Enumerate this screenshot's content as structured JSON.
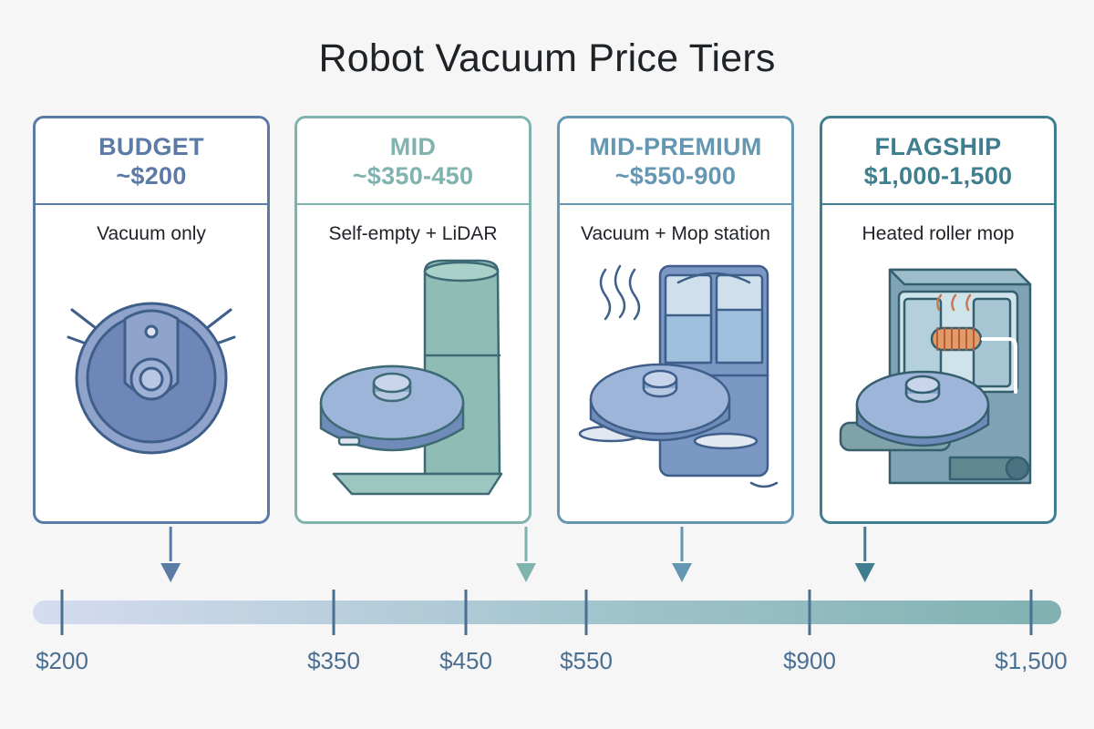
{
  "title": "Robot Vacuum Price Tiers",
  "colors": {
    "budget": "#5b7aa6",
    "mid": "#7fb3ae",
    "mid_premium": "#6597b3",
    "flagship": "#3f7e8f",
    "price_label": "#4b6f92"
  },
  "tiers": [
    {
      "name": "BUDGET",
      "price": "~$200",
      "feature": "Vacuum only",
      "icon": "robot-vacuum-icon",
      "pointer_value": 260
    },
    {
      "name": "MID",
      "price": "~$350-450",
      "feature": "Self-empty + LiDAR",
      "icon": "self-empty-dock-icon",
      "pointer_value": 500
    },
    {
      "name": "MID-PREMIUM",
      "price": "~$550-900",
      "feature": "Vacuum + Mop station",
      "icon": "mop-station-icon",
      "pointer_value": 700
    },
    {
      "name": "FLAGSHIP",
      "price": "$1,000-1,500",
      "feature": "Heated roller mop",
      "icon": "heated-roller-mop-icon",
      "pointer_value": 1050
    }
  ],
  "timeline": {
    "ticks": [
      {
        "label": "$200",
        "value": 200
      },
      {
        "label": "$350",
        "value": 350
      },
      {
        "label": "$450",
        "value": 450
      },
      {
        "label": "$550",
        "value": 550
      },
      {
        "label": "$900",
        "value": 900
      },
      {
        "label": "$1,500",
        "value": 1500
      }
    ]
  }
}
